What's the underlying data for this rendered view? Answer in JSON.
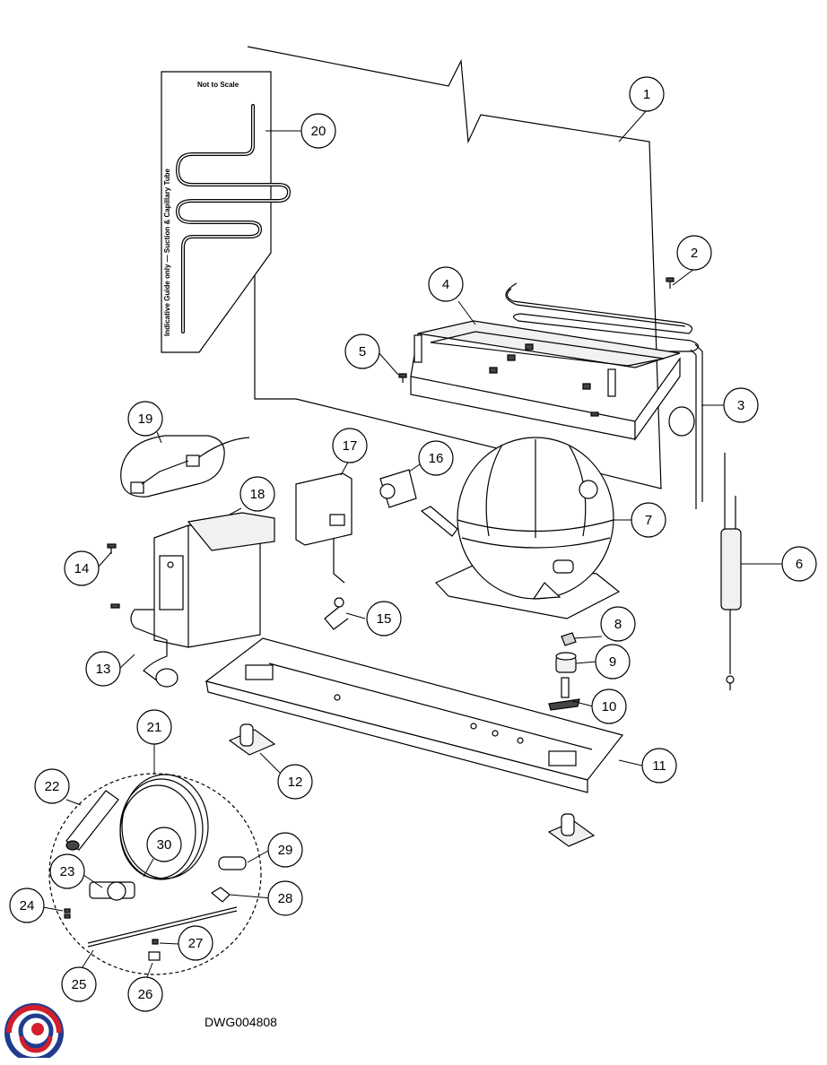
{
  "drawing": {
    "number": "DWG004808",
    "guide_note_scale": "Not to Scale",
    "guide_note_side": "Indicative Guide only — Suction & Capillary Tube"
  },
  "callouts": [
    "1",
    "2",
    "3",
    "4",
    "5",
    "6",
    "7",
    "8",
    "9",
    "10",
    "11",
    "12",
    "13",
    "14",
    "15",
    "16",
    "17",
    "18",
    "19",
    "20",
    "21",
    "22",
    "23",
    "24",
    "25",
    "26",
    "27",
    "28",
    "29",
    "30"
  ],
  "colors": {
    "logo_blue": "#1f3c8f",
    "logo_red": "#d21f2b",
    "line": "#000000"
  },
  "logo": {
    "icon": "brand-swirl-icon"
  }
}
